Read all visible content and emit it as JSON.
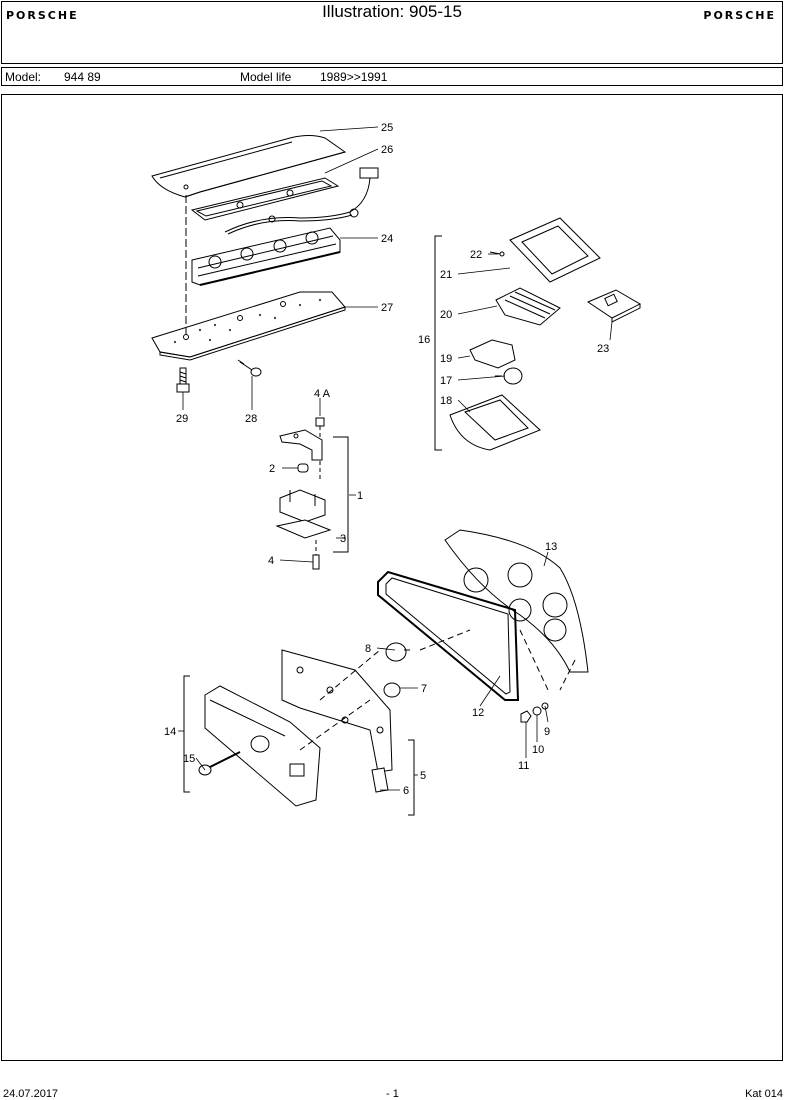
{
  "header": {
    "brand_left": "PORSCHE",
    "title": "Illustration: 905-15",
    "brand_right": "PORSCHE"
  },
  "model_bar": {
    "model_label": "Model:",
    "model_value": "944 89",
    "life_label": "Model life",
    "life_value": "1989>>1991"
  },
  "diagram": {
    "callouts": [
      "25",
      "26",
      "24",
      "27",
      "29",
      "28",
      "22",
      "21",
      "20",
      "16",
      "19",
      "17",
      "18",
      "23",
      "4 A",
      "2",
      "1",
      "3",
      "4",
      "13",
      "8",
      "7",
      "12",
      "14",
      "15",
      "5",
      "6",
      "9",
      "10",
      "11"
    ]
  },
  "footer": {
    "date": "24.07.2017",
    "page": "- 1",
    "catalog": "Kat 014"
  }
}
